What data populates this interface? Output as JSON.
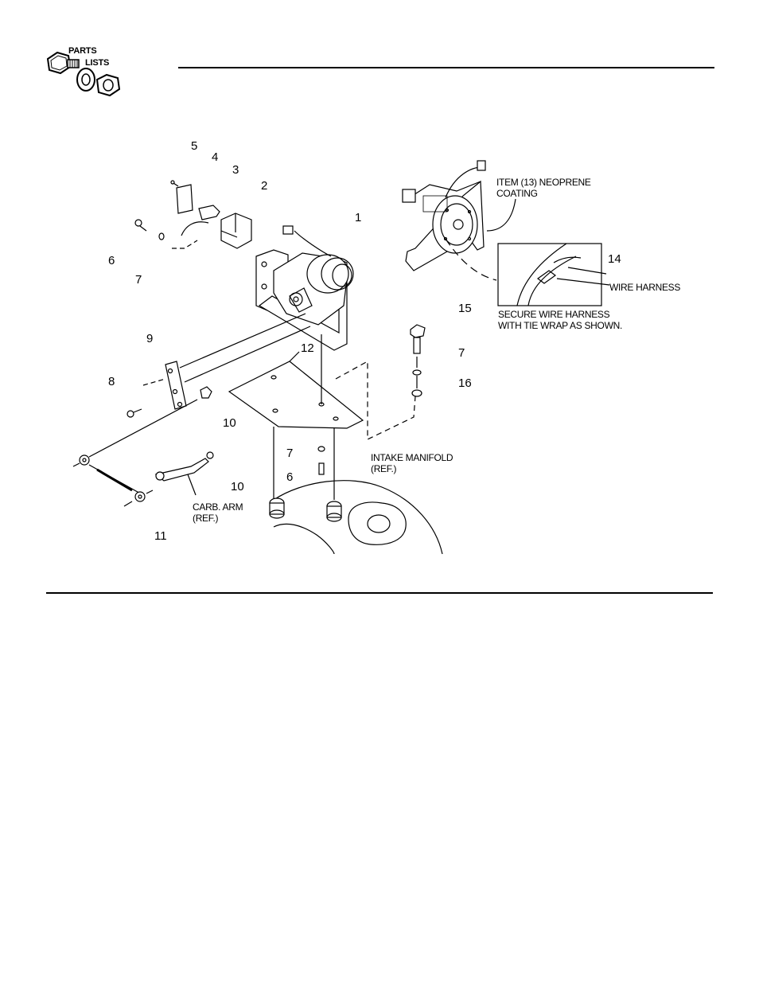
{
  "logo": {
    "line1": "PARTS",
    "line2": "LISTS"
  },
  "callouts": {
    "c1": "1",
    "c2": "2",
    "c3": "3",
    "c4": "4",
    "c5": "5",
    "c6a": "6",
    "c7a": "7",
    "c8": "8",
    "c9": "9",
    "c10a": "10",
    "c10b": "10",
    "c11": "11",
    "c12": "12",
    "c7b": "7",
    "c6b": "6",
    "c14": "14",
    "c15": "15",
    "c7c": "7",
    "c16": "16"
  },
  "notes": {
    "neoprene": [
      "ITEM (13) NEOPRENE",
      "COATING"
    ],
    "wire_harness": "WIRE HARNESS",
    "secure": [
      "SECURE WIRE HARNESS",
      "WITH TIE WRAP AS SHOWN."
    ],
    "carb_arm": [
      "CARB. ARM",
      "(REF.)"
    ],
    "intake": [
      "INTAKE MANIFOLD",
      "(REF.)"
    ]
  }
}
